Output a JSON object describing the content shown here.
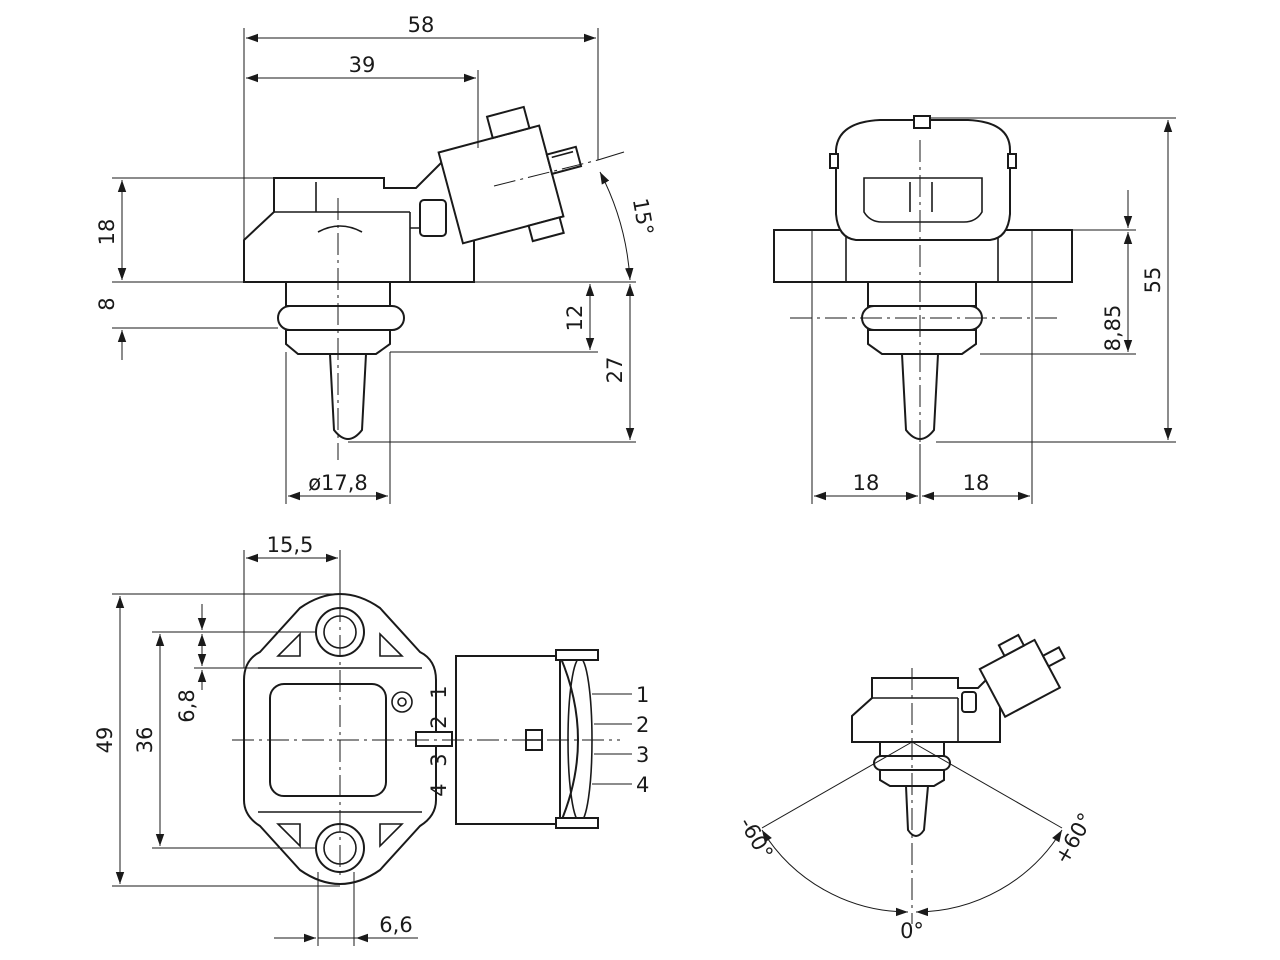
{
  "dimensions": {
    "top_view": {
      "width_total": "58",
      "width_connector": "39",
      "height_body": "18",
      "height_flange": "8",
      "height_seal": "12",
      "height_probe": "27",
      "diameter": "ø17,8",
      "angle": "15°"
    },
    "side_view": {
      "height_total": "55",
      "height_seal": "8,85",
      "half_width_left": "18",
      "half_width_right": "18"
    },
    "plan_view": {
      "offset": "15,5",
      "height_total": "49",
      "hole_pitch": "36",
      "flange_offset": "6,8",
      "bore": "6,6",
      "pin_numbers": [
        "1",
        "2",
        "3",
        "4"
      ],
      "pin_labels": [
        "1",
        "2",
        "3",
        "4"
      ]
    },
    "rotation_view": {
      "angle_left": "-60°",
      "angle_center": "0°",
      "angle_right": "+60°"
    }
  }
}
